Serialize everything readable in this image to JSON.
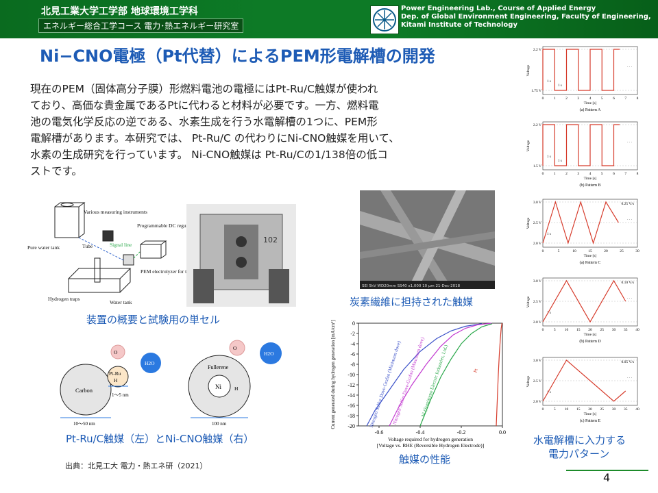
{
  "header": {
    "univ": "北見工業大学工学部 地球環境工学科",
    "course": "エネルギー総合工学コース 電力･熱エネルギー研究室",
    "lab_en_1": "Power Engineering Lab., Course of Applied Energy",
    "lab_en_2": "Dep. of Global Environment Engineering, Faculty of Engineering,",
    "lab_en_3": "Kitami Institute of Technology"
  },
  "title": "Ni−CNO電極（Pt代替）によるPEM形電解槽の開発",
  "paragraph": {
    "line1": "現在のPEM（固体高分子膜）形燃料電池の電極にはPt-Ru/C触媒が使われ",
    "line2": "ており、高価な貴金属であるPtに代わると材料が必要です。一方、燃料電",
    "line3": "池の電気化学反応の逆である、水素生成を行う水電解槽の1つに、PEM形",
    "line4": "電解槽があります。本研究では、 Pt-Ru/C の代わりにNi-CNO触媒を用いて、",
    "line5": "水素の生成研究を行っています。 Ni-CNO触媒は Pt-Ru/Cの1/138倍の低コ",
    "line6": "ストです。"
  },
  "apparatus": {
    "labels": {
      "instruments": "Various measuring instruments",
      "psu": "Programmable DC regulated power supply",
      "pure_water": "Pure water tank",
      "tube": "Tube",
      "signal": "Signal line",
      "pem": "PEM electrolyzer for testing",
      "traps": "Hydrogen traps",
      "water_tank": "Water tank"
    },
    "caption": "装置の概要と試験用の単セル",
    "cell_mark": "102"
  },
  "sem": {
    "caption": "炭素繊維に担持された触媒",
    "footer": "SEI  5kV  WD20mm  SS40  x1,000  10 μm  21-Dec-2018"
  },
  "catalysts": {
    "left": {
      "carbon": "Carbon",
      "ptru": "Pt-Ru",
      "h": "H",
      "o2": "O",
      "h2o": "H2O",
      "dist": "1～5 nm",
      "size": "10～50 nm"
    },
    "right": {
      "fullerene": "Fullerene",
      "ni": "Ni",
      "h": "H",
      "o2": "O",
      "h2o": "H2O",
      "size": "100 nm"
    },
    "caption": "Pt-Ru/C触媒（左）とNi-CNO触媒（右）"
  },
  "perf_caption": "触媒の性能",
  "patterns_caption_1": "水電解槽に入力する",
  "patterns_caption_2": "電力パターン",
  "source": "出典：北見工大 電力・熱エネ研（2021）",
  "page_number": "4",
  "chart_data": [
    {
      "type": "line",
      "ylabel": "Current generated during hydrogen generation [mA/cm²]",
      "xlabel": "Voltage required for hydrogen generation",
      "xlabel2": "[Voltage vs. RHE (Reversible Hydrogen Electrode)]",
      "xlim": [
        -0.7,
        0.0
      ],
      "ylim": [
        -20,
        0
      ],
      "xticks": [
        "-0.6",
        "-0.4",
        "-0.2",
        "0.0"
      ],
      "yticks": [
        "0",
        "-2",
        "-4",
        "-6",
        "-8",
        "-10",
        "-12",
        "-14",
        "-16",
        "-18",
        "-20"
      ],
      "series": [
        {
          "name": "Nitrogen Sulfur Dove-Grafan (Minimum dove)",
          "color": "#3a50c8",
          "x": [
            -0.66,
            -0.62,
            -0.55,
            -0.48,
            -0.4,
            -0.32,
            -0.25,
            -0.18,
            -0.1
          ],
          "y": [
            -20,
            -17,
            -13,
            -9,
            -5.5,
            -3,
            -1.5,
            -0.6,
            -0.1
          ]
        },
        {
          "name": "Nitrogen Sulfur Dove-Grafan (Maximum dove)",
          "color": "#c23ad0",
          "x": [
            -0.55,
            -0.5,
            -0.44,
            -0.37,
            -0.3,
            -0.24,
            -0.18,
            -0.12,
            -0.05
          ],
          "y": [
            -20,
            -16,
            -12,
            -8,
            -4.5,
            -2.3,
            -1,
            -0.3,
            0
          ]
        },
        {
          "name": "Ni (Sumitomo Electric Industries, Ltd.)",
          "color": "#2aa84a",
          "x": [
            -0.4,
            -0.35,
            -0.3,
            -0.25,
            -0.2,
            -0.15,
            -0.1,
            -0.05
          ],
          "y": [
            -20,
            -15,
            -10.5,
            -7,
            -4,
            -2,
            -0.7,
            -0.1
          ]
        },
        {
          "name": "Pt",
          "color": "#d63a2a",
          "x": [
            -0.03,
            -0.025,
            -0.02,
            -0.015,
            -0.01,
            -0.006,
            -0.002
          ],
          "y": [
            -20,
            -15,
            -10,
            -6,
            -3,
            -1,
            0
          ]
        }
      ]
    },
    {
      "type": "line",
      "title": "(a) Pattern A",
      "xlabel": "Time [s]",
      "ylabel": "Voltage",
      "yticks": [
        "2.2 V",
        "1.75 V"
      ],
      "xticks": [
        "0",
        "1",
        "2",
        "3",
        "4",
        "5",
        "6",
        "7",
        "8"
      ],
      "annotations": [
        "1 s",
        "1 s",
        "· · ·"
      ],
      "series": [
        {
          "name": "",
          "color": "#d63a2a",
          "x": [
            0,
            0,
            1,
            1,
            2,
            2,
            3,
            3,
            4,
            4,
            5,
            5,
            6,
            6,
            6.5
          ],
          "y": [
            1.75,
            2.2,
            2.2,
            1.75,
            1.75,
            2.2,
            2.2,
            1.75,
            1.75,
            2.2,
            2.2,
            1.75,
            1.75,
            2.2,
            2.2
          ]
        }
      ]
    },
    {
      "type": "line",
      "title": "(b) Pattern B",
      "xlabel": "Time [s]",
      "ylabel": "Voltage",
      "yticks": [
        "2.2 V",
        "1.5 V"
      ],
      "xticks": [
        "0",
        "1",
        "2",
        "3",
        "4",
        "5",
        "6",
        "7",
        "8"
      ],
      "annotations": [
        "1 s",
        "1 s",
        "· · ·"
      ],
      "series": [
        {
          "name": "",
          "color": "#d63a2a",
          "x": [
            0,
            0,
            1,
            1,
            2,
            2,
            3,
            3,
            4,
            4,
            5,
            5,
            6,
            6,
            6.5
          ],
          "y": [
            1.5,
            2.2,
            2.2,
            1.5,
            1.5,
            2.2,
            2.2,
            1.5,
            1.5,
            2.2,
            2.2,
            1.5,
            1.5,
            2.2,
            2.2
          ]
        }
      ]
    },
    {
      "type": "line",
      "title": "(a) Pattern C",
      "subtitle": "0.25 V/s",
      "xlabel": "Time [s]",
      "ylabel": "Voltage",
      "yticks": [
        "3.0 V",
        "2.5 V",
        "2.0 V"
      ],
      "xticks": [
        "0",
        "5",
        "10",
        "15",
        "20",
        "25",
        "30"
      ],
      "annotations": [
        "1 s",
        "· · ·"
      ],
      "series": [
        {
          "name": "",
          "color": "#d63a2a",
          "x": [
            0,
            4,
            8,
            12,
            16,
            20,
            24
          ],
          "y": [
            2.0,
            3.0,
            2.0,
            3.0,
            2.0,
            3.0,
            2.5
          ]
        }
      ]
    },
    {
      "type": "line",
      "title": "(b) Pattern D",
      "subtitle": "0.10 V/s",
      "xlabel": "Time [s]",
      "ylabel": "Voltage",
      "yticks": [
        "3.0 V",
        "2.5 V",
        "2.0 V"
      ],
      "xticks": [
        "0",
        "5",
        "10",
        "15",
        "20",
        "25",
        "30",
        "35",
        "40"
      ],
      "annotations": [
        "1 s",
        "· · ·"
      ],
      "series": [
        {
          "name": "",
          "color": "#d63a2a",
          "x": [
            0,
            10,
            20,
            30,
            35
          ],
          "y": [
            2.0,
            3.0,
            2.0,
            3.0,
            2.5
          ]
        }
      ]
    },
    {
      "type": "line",
      "title": "(c) Pattern E",
      "subtitle": "0.05 V/s",
      "xlabel": "Time [s]",
      "ylabel": "Voltage",
      "yticks": [
        "3.0 V",
        "2.5 V",
        "2.0 V"
      ],
      "xticks": [
        "0",
        "5",
        "10",
        "15",
        "20",
        "25",
        "30",
        "35",
        "40"
      ],
      "annotations": [
        "1 s",
        "· · ·"
      ],
      "series": [
        {
          "name": "",
          "color": "#d63a2a",
          "x": [
            0,
            10,
            30,
            35
          ],
          "y": [
            2.0,
            3.0,
            2.0,
            2.25
          ]
        }
      ]
    }
  ]
}
